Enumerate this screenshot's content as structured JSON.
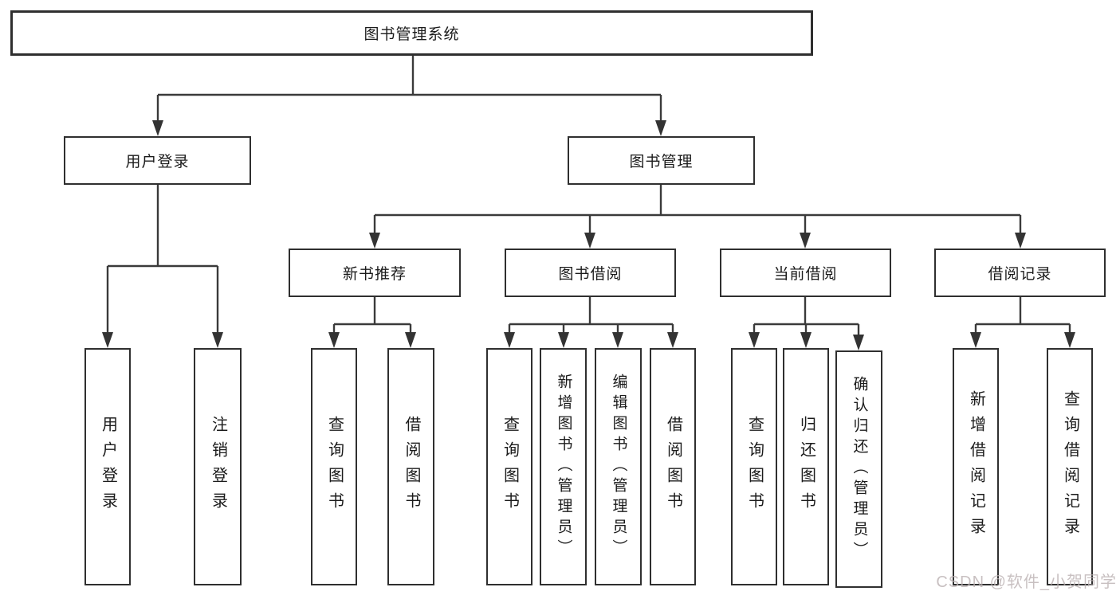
{
  "tree": {
    "label": "图书管理系统",
    "children": [
      {
        "label": "用户登录",
        "children": [
          {
            "label": "用户登录"
          },
          {
            "label": "注销登录"
          }
        ]
      },
      {
        "label": "图书管理",
        "children": [
          {
            "label": "新书推荐",
            "children": [
              {
                "label": "查询图书"
              },
              {
                "label": "借阅图书"
              }
            ]
          },
          {
            "label": "图书借阅",
            "children": [
              {
                "label": "查询图书"
              },
              {
                "label": "新增图书（管理员）"
              },
              {
                "label": "编辑图书（管理员）"
              },
              {
                "label": "借阅图书"
              }
            ]
          },
          {
            "label": "当前借阅",
            "children": [
              {
                "label": "查询图书"
              },
              {
                "label": "归还图书"
              },
              {
                "label": "确认归还（管理员）"
              }
            ]
          },
          {
            "label": "借阅记录",
            "children": [
              {
                "label": "新增借阅记录"
              },
              {
                "label": "查询借阅记录"
              }
            ]
          }
        ]
      }
    ]
  },
  "watermark": {
    "text": "CSDN @软件_小贺同学"
  },
  "colors": {
    "line": "#3a3a3a",
    "box_border": "#2f2f2f",
    "text": "#1b1b1b",
    "watermark": "#bab0b1",
    "background": "#ffffff"
  }
}
